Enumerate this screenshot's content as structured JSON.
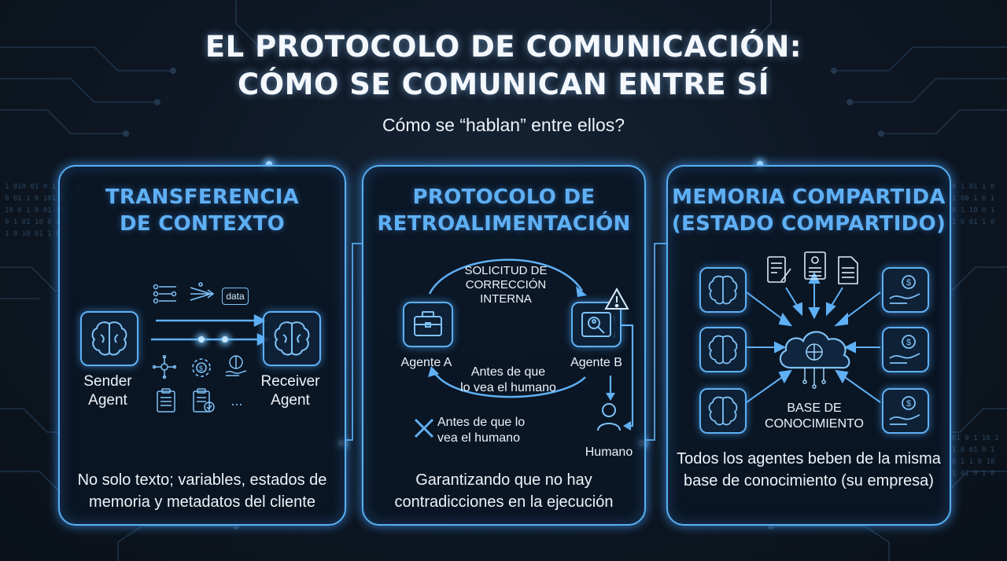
{
  "header": {
    "title_line1": "EL PROTOCOLO DE COMUNICACIÓN:",
    "title_line2": "CÓMO SE COMUNICAN ENTRE SÍ",
    "subtitle": "Cómo se “hablan” entre ellos?"
  },
  "panels": {
    "context": {
      "title_line1": "TRANSFERENCIA",
      "title_line2": "DE CONTEXTO",
      "sender_line1": "Sender",
      "sender_line2": "Agent",
      "receiver_line1": "Receiver",
      "receiver_line2": "Agent",
      "data_tag": "data",
      "ellipsis": "...",
      "footer_line1": "No solo texto; variables, estados de",
      "footer_line2": "memoria y metadatos del cliente"
    },
    "feedback": {
      "title_line1": "PROTOCOLO DE",
      "title_line2": "RETROALIMENTACIÓN",
      "request_line1": "SOLICITUD DE",
      "request_line2": "CORRECCIÓN INTERNA",
      "agent_a": "Agente A",
      "agent_b": "Agente B",
      "before_human_line1": "Antes de que",
      "before_human_line2": "lo vea el humano",
      "rejected_line1": "Antes de que lo",
      "rejected_line2": "vea el humano",
      "human": "Humano",
      "footer_line1": "Garantizando que no hay",
      "footer_line2": "contradicciones en la ejecución"
    },
    "memory": {
      "title_line1": "MEMORIA COMPARTIDA",
      "title_line2": "(ESTADO COMPARTIDO)",
      "kb_line1": "BASE DE",
      "kb_line2": "CONOCIMIENTO",
      "footer_line1": "Todos los agentes beben de la misma",
      "footer_line2": "base de conocimiento (su empresa)"
    }
  },
  "icons": [
    "brain-icon",
    "briefcase-icon",
    "magnifier-icon",
    "warning-icon",
    "person-icon",
    "cloud-icon",
    "document-icon",
    "money-hand-icon",
    "gear-icon",
    "clipboard-icon",
    "x-icon"
  ],
  "colors": {
    "accent": "#5fb0f5",
    "background": "#0d1520",
    "text": "#eef3f9"
  }
}
